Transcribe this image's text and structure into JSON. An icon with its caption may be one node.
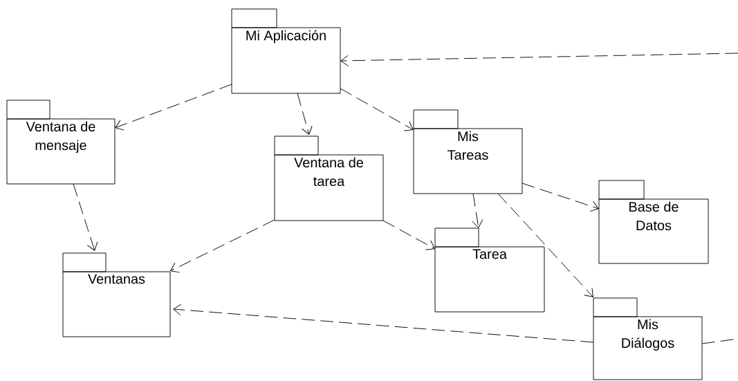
{
  "diagram": {
    "nodes": [
      {
        "text": [
          "Mi Aplicación"
        ]
      },
      {
        "text": [
          "Ventana de mensaje"
        ]
      },
      {
        "text": [
          "Ventana de tarea"
        ]
      },
      {
        "text": [
          "Mis Tareas"
        ]
      },
      {
        "text": [
          "Base de Datos"
        ]
      },
      {
        "text": [
          "Ventanas"
        ]
      },
      {
        "text": [
          "Tarea"
        ]
      },
      {
        "text": [
          "Mis Diálogos"
        ]
      }
    ],
    "edges": [
      {
        "from": null,
        "to": 0,
        "arrow": "to",
        "style": "dashed"
      },
      {
        "from": 0,
        "to": 1,
        "arrow": "to",
        "style": "dashed"
      },
      {
        "from": 0,
        "to": 2,
        "arrow": "to",
        "style": "dashed"
      },
      {
        "from": 0,
        "to": 3,
        "arrow": "to",
        "style": "dashed"
      },
      {
        "from": 1,
        "to": 5,
        "arrow": "to",
        "style": "dashed"
      },
      {
        "from": 2,
        "to": 5,
        "arrow": "to",
        "style": "dashed"
      },
      {
        "from": 2,
        "to": 6,
        "arrow": "to",
        "style": "dashed"
      },
      {
        "from": 3,
        "to": 6,
        "arrow": "to",
        "style": "dashed"
      },
      {
        "from": 3,
        "to": 4,
        "arrow": "to",
        "style": "dashed"
      },
      {
        "from": 3,
        "to": 7,
        "arrow": "to",
        "style": "dashed"
      },
      {
        "from": 7,
        "to": 5,
        "arrow": "to",
        "style": "dashed"
      },
      {
        "from": 7,
        "to": null,
        "arrow": "none",
        "style": "dashed"
      }
    ]
  }
}
